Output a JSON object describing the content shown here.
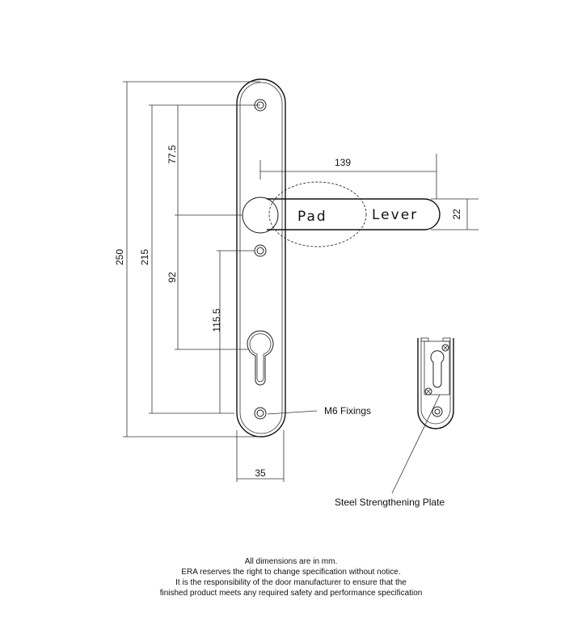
{
  "dimensions": {
    "overall_height": "250",
    "fixing_centres": "215",
    "top_to_lever": "77.5",
    "lever_to_cylinder": "92",
    "fixing_to_cylinder": "115.5",
    "plate_width": "35",
    "lever_projection": "139",
    "lever_height": "22"
  },
  "lever_labels": {
    "pad": "Pad",
    "lever": "Lever"
  },
  "callouts": {
    "fixings": "M6 Fixings",
    "plate": "Steel Strengthening Plate"
  },
  "footer": {
    "line1": "All dimensions are in mm.",
    "line2": "ERA reserves the right to change specification without notice.",
    "line3": "It is the responsibility of the door manufacturer to ensure that the",
    "line4": "finished product meets any required safety and performance specification"
  }
}
